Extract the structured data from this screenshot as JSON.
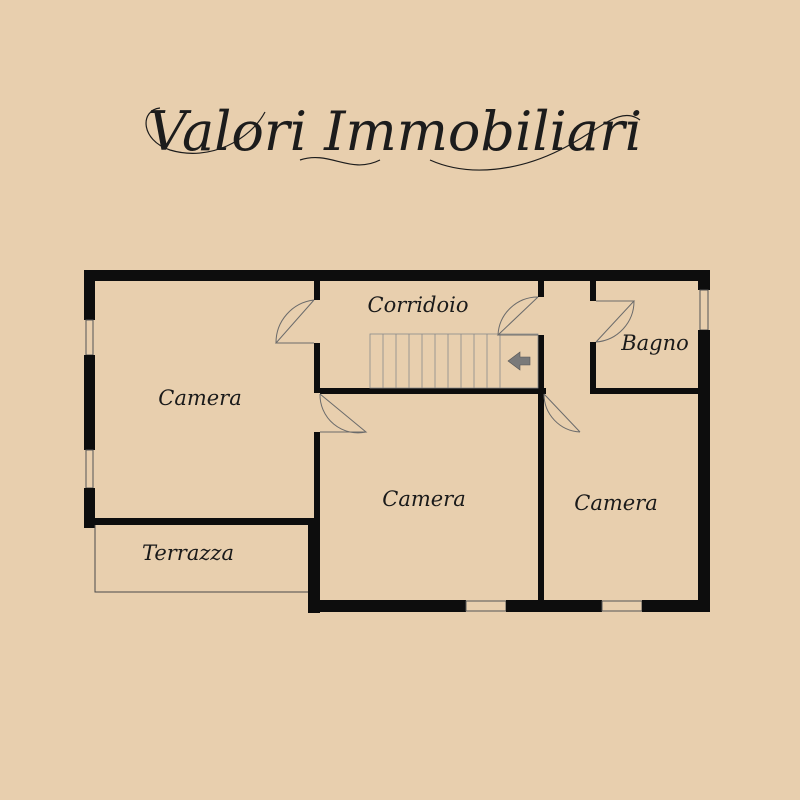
{
  "brand": {
    "logo_text": "Valori Immobiliari"
  },
  "rooms": {
    "camera_left": "Camera",
    "camera_center": "Camera",
    "camera_right": "Camera",
    "corridoio": "Corridoio",
    "bagno": "Bagno",
    "terrazza": "Terrazza"
  },
  "colors": {
    "background": "#e8cfae",
    "wall": "#0d0d0d",
    "text": "#1a1a1a"
  },
  "icons": {
    "stair_direction": "arrow-left-icon"
  }
}
